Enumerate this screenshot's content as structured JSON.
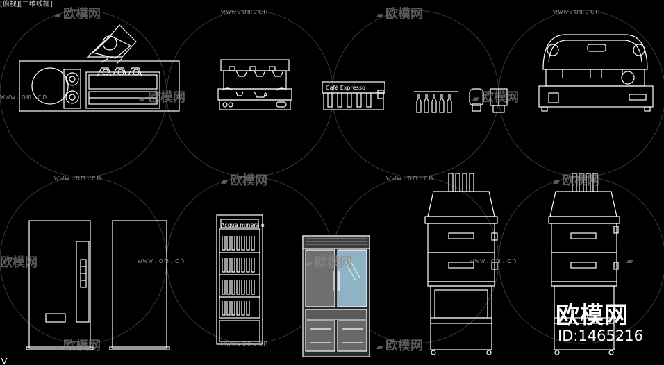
{
  "viewport_label": "[俯视][二维线框]",
  "watermark": {
    "url": "www.om.cn",
    "logo": "欧模网"
  },
  "drawings": {
    "cafe_panel_title": "Café Expresso",
    "fridge_title": "Acqua minerale"
  },
  "brand": {
    "name": "欧模网",
    "id": "ID:1465216"
  },
  "colors": {
    "background": "#000000",
    "line": "#ffffff",
    "watermark_circle": "#3a3a3a"
  }
}
